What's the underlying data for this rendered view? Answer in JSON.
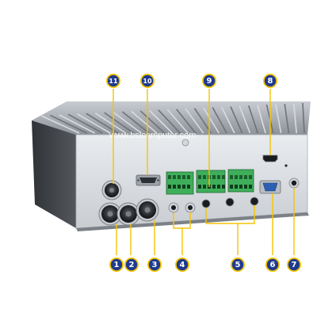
{
  "watermark": "www.bsicomputer.com",
  "callout_color": "#1f3a8f",
  "callout_ring": "#f5c400",
  "callouts": [
    {
      "label": "1"
    },
    {
      "label": "2"
    },
    {
      "label": "3"
    },
    {
      "label": "4"
    },
    {
      "label": "5"
    },
    {
      "label": "6"
    },
    {
      "label": "7"
    },
    {
      "label": "8"
    },
    {
      "label": "9"
    },
    {
      "label": "10"
    },
    {
      "label": "11"
    }
  ]
}
